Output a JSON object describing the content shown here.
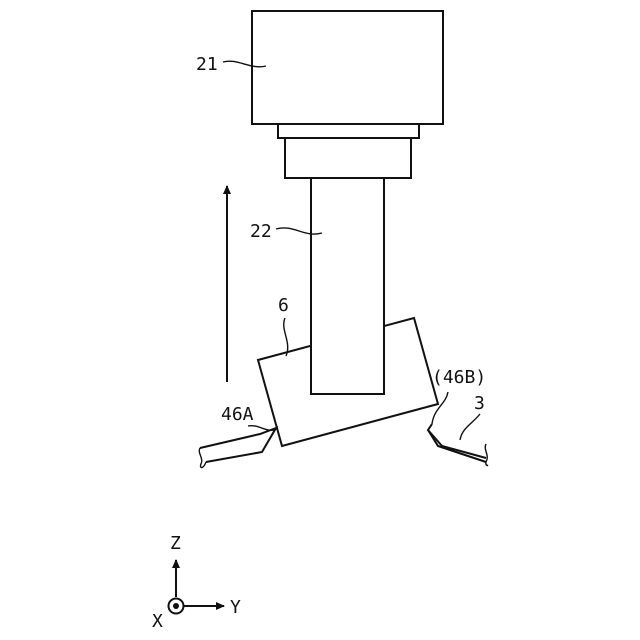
{
  "labels": {
    "motor_unit": "21",
    "shaft": "22",
    "tool": "6",
    "edge_left": "46A",
    "edge_right": "(46B)",
    "workpiece": "3"
  },
  "axes": {
    "z": "Z",
    "y": "Y",
    "x": "X"
  }
}
